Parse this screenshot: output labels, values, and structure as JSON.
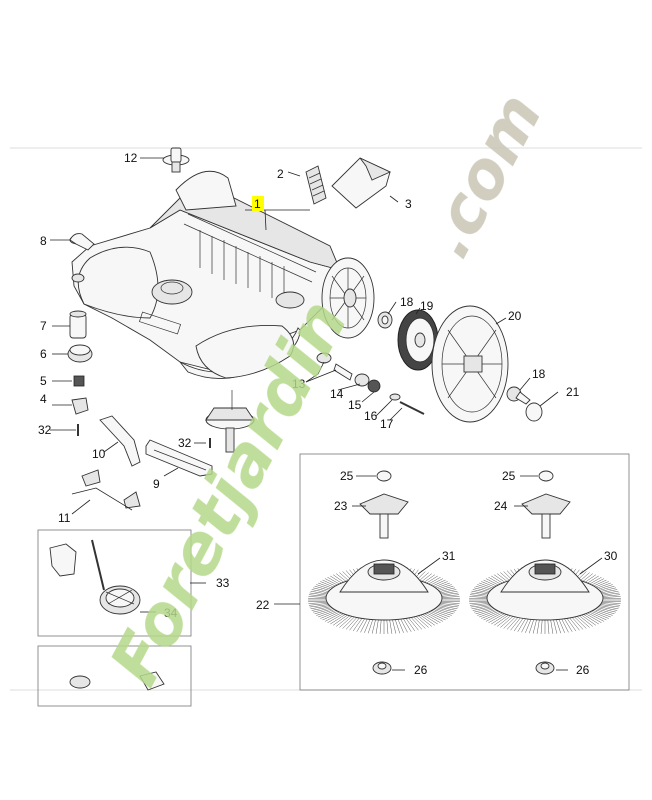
{
  "labels": {
    "l1": "1",
    "l2": "2",
    "l3": "3",
    "l4": "4",
    "l5": "5",
    "l6": "6",
    "l7": "7",
    "l8": "8",
    "l9": "9",
    "l10": "10",
    "l11": "11",
    "l12": "12",
    "l13": "13",
    "l14": "14",
    "l15": "15",
    "l16": "16",
    "l17": "17",
    "l18a": "18",
    "l18b": "18",
    "l19": "19",
    "l20": "20",
    "l21": "21",
    "l22": "22",
    "l23": "23",
    "l24": "24",
    "l25a": "25",
    "l25b": "25",
    "l26a": "26",
    "l26b": "26",
    "l30": "30",
    "l31": "31",
    "l32a": "32",
    "l32b": "32",
    "l33": "33",
    "l34": "34"
  },
  "watermark": {
    "brand": "Foretjardin",
    "domain": ".com",
    "colors": {
      "green": "#b5d98a",
      "orange": "#f2a055",
      "grey": "#c9c6b5"
    }
  },
  "highlight_color": "#ffff00"
}
